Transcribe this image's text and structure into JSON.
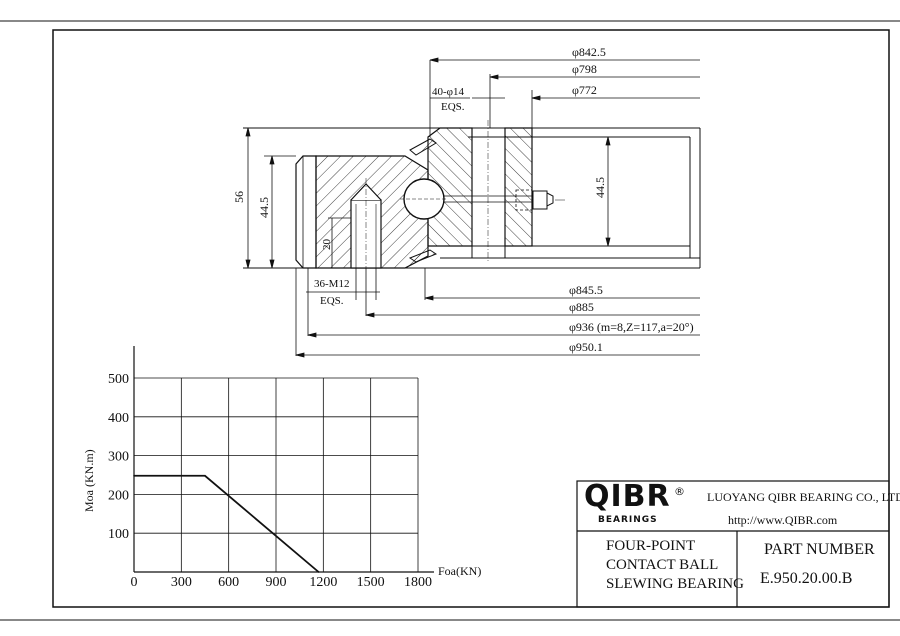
{
  "dimensions": {
    "d1": "φ842.5",
    "d2": "φ798",
    "d3": "φ772",
    "holes_top": "40-φ14",
    "eqs_top": "EQS.",
    "h_total": "56",
    "h_outer": "44.5",
    "h_inner": "44.5",
    "thread_depth": "20",
    "holes_bottom": "36-M12",
    "eqs_bottom": "EQS.",
    "d4": "φ845.5",
    "d5": "φ885",
    "d6": "φ936 (m=8,Z=117,a=20°)",
    "d7": "φ950.1"
  },
  "chart_data": {
    "type": "line",
    "title": "",
    "xlabel": "Foa(KN)",
    "ylabel": "Moa (KN.m)",
    "xlim": [
      0,
      1800
    ],
    "ylim": [
      0,
      500
    ],
    "x_ticks": [
      "0",
      "300",
      "600",
      "900",
      "1200",
      "1500",
      "1800"
    ],
    "y_ticks": [
      "100",
      "200",
      "300",
      "400",
      "500"
    ],
    "grid": true,
    "series": [
      {
        "x": [
          0,
          450,
          1170
        ],
        "y": [
          248,
          248,
          0
        ]
      }
    ]
  },
  "title_block": {
    "logo": "QIBR",
    "logo_sub": "BEARINGS",
    "logo_mark": "®",
    "company": "LUOYANG QIBR BEARING CO., LTD",
    "website": "http://www.QIBR.com",
    "description": "FOUR-POINT CONTACT BALL SLEWING BEARING",
    "part_number_label": "PART NUMBER",
    "part_number": "E.950.20.00.B"
  },
  "colors": {
    "line": "#111111",
    "background": "#ffffff"
  }
}
